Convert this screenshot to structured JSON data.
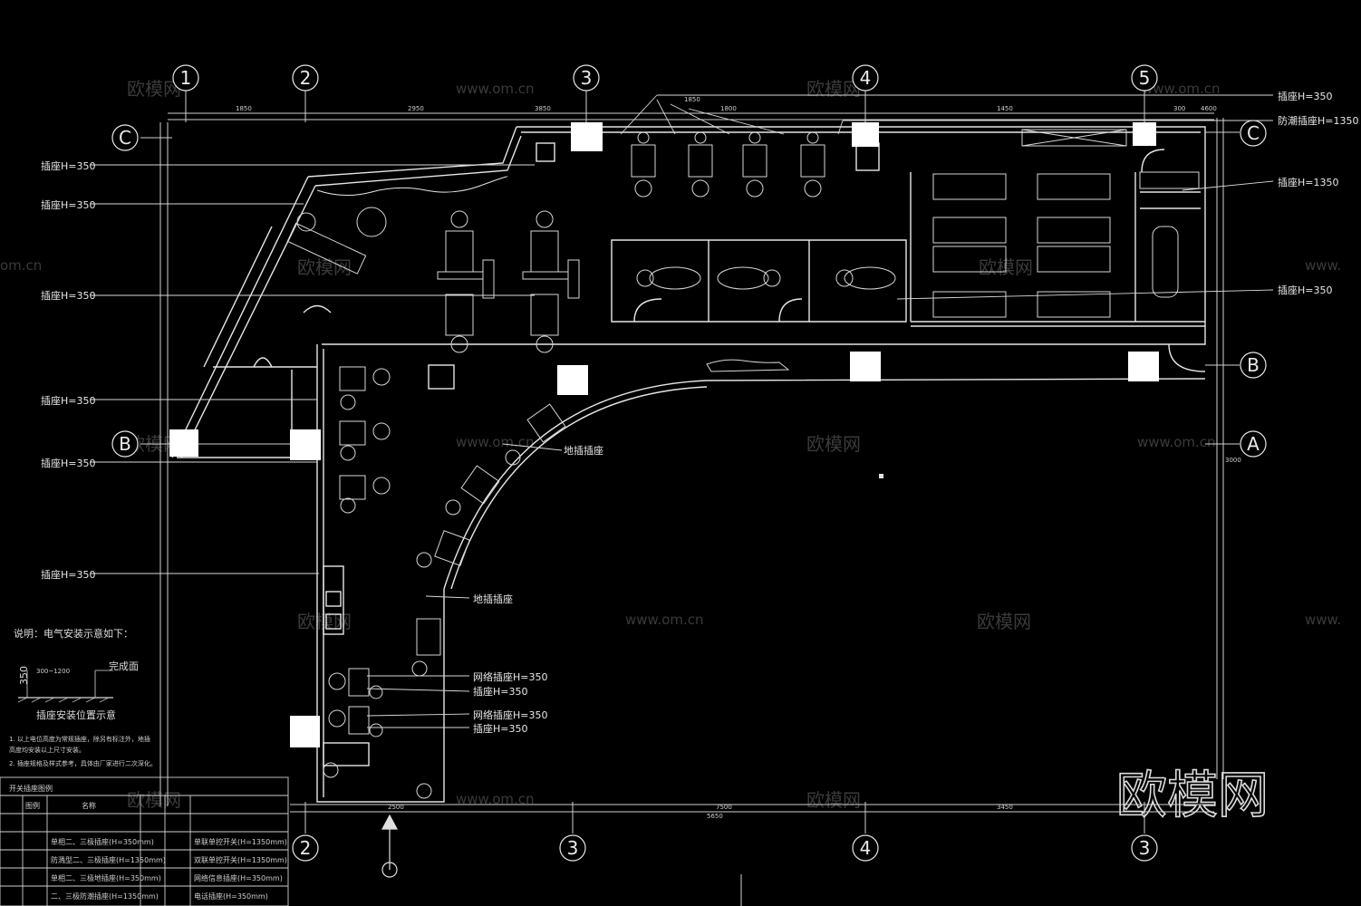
{
  "axes": {
    "top": [
      "1",
      "2",
      "3",
      "4",
      "5"
    ],
    "bottom": [
      "2",
      "3",
      "4",
      "3"
    ],
    "left": [
      "C",
      "B"
    ],
    "right": [
      "C",
      "B",
      "A"
    ]
  },
  "dimensions": {
    "top": [
      "1850",
      "2950",
      "3850",
      "1850",
      "1800",
      "1450",
      "300",
      "4600"
    ],
    "bottom": [
      "5650",
      "2500",
      "7500",
      "3450"
    ],
    "right_side": "3000"
  },
  "callouts": {
    "left": [
      "插座H=350",
      "插座H=350",
      "插座H=350",
      "插座H=350",
      "插座H=350",
      "插座H=350"
    ],
    "right": [
      "插座H=350",
      "防潮插座H=1350",
      "插座H=1350",
      "插座H=350"
    ],
    "center": [
      "地插插座",
      "地插插座"
    ],
    "network": [
      "网络插座H=350",
      "插座H=350",
      "网络插座H=350",
      "插座H=350"
    ]
  },
  "notes": {
    "heading": "说明：电气安装示意如下：",
    "finish_label": "完成面",
    "height": "350",
    "small_dim": "300~1200",
    "caption": "插座安装位置示意",
    "line1": "1. 以上电位高度为常规插座，除另有标注外，地插",
    "line1b": "高度均安装以上尺寸安装。",
    "line2": "2. 插座规格及样式参考，具体由厂家进行二次深化。"
  },
  "legend": {
    "title": "开关插座图例",
    "col_symbol": "图例",
    "col_name": "名称",
    "rows": [
      {
        "name": "单相二、三极插座(H=350mm)",
        "name2": "单联单控开关(H=1350mm)"
      },
      {
        "name": "防溅型二、三极插座(H=1350mm)",
        "name2": "双联单控开关(H=1350mm)"
      },
      {
        "name": "单相二、三极地插座(H=350mm)",
        "name2": "网络信息插座(H=350mm)"
      },
      {
        "name": "二、三极防潮插座(H=1350mm)",
        "name2": "电话插座(H=350mm)"
      }
    ]
  },
  "watermarks": {
    "cn": "欧模网",
    "url": "www.om.cn",
    "url_partial": "om.cn",
    "url_edge": "www."
  },
  "brand": "欧模网",
  "colors": {
    "background": "#000000",
    "lines": "#e6e6e6",
    "column": "#ffffff",
    "watermark": "#3a3a3a"
  }
}
